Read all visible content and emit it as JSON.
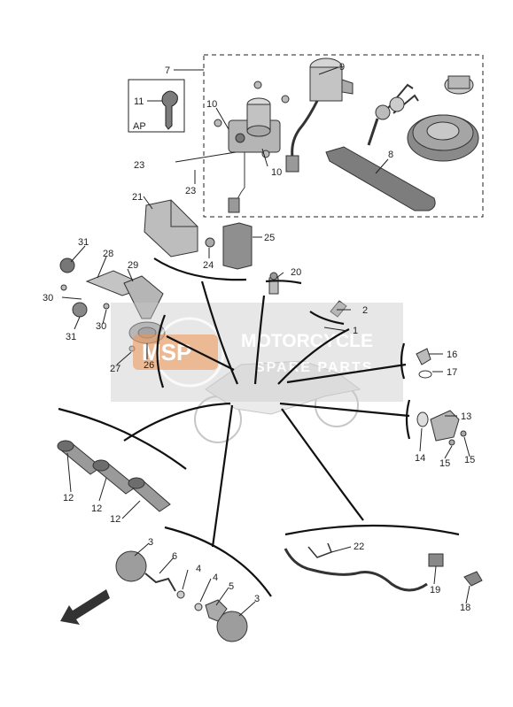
{
  "watermark": {
    "logo_text": "MSP",
    "brand_line1": "MOTORCYCLE",
    "brand_line2": "SPARE PARTS"
  },
  "group_labels": {
    "ap": "AP"
  },
  "callouts": {
    "c1": "1",
    "c2": "2",
    "c3a": "3",
    "c3b": "3",
    "c4a": "4",
    "c4b": "4",
    "c5": "5",
    "c6": "6",
    "c7": "7",
    "c8": "8",
    "c9": "9",
    "c10a": "10",
    "c10b": "10",
    "c11": "11",
    "c12a": "12",
    "c12b": "12",
    "c12c": "12",
    "c13": "13",
    "c14": "14",
    "c15a": "15",
    "c15b": "15",
    "c16": "16",
    "c17": "17",
    "c18": "18",
    "c19": "19",
    "c20": "20",
    "c21": "21",
    "c22": "22",
    "c23a": "23",
    "c23b": "23",
    "c24": "24",
    "c25": "25",
    "c26": "26",
    "c27": "27",
    "c28": "28",
    "c29": "29",
    "c30a": "30",
    "c30b": "30",
    "c31a": "31",
    "c31b": "31"
  },
  "colors": {
    "line": "#222222",
    "part_fill": "#cfcfcf",
    "part_dark": "#8a8a8a",
    "watermark_bg": "#c9c9c9",
    "watermark_logo": "#e8a06a"
  }
}
